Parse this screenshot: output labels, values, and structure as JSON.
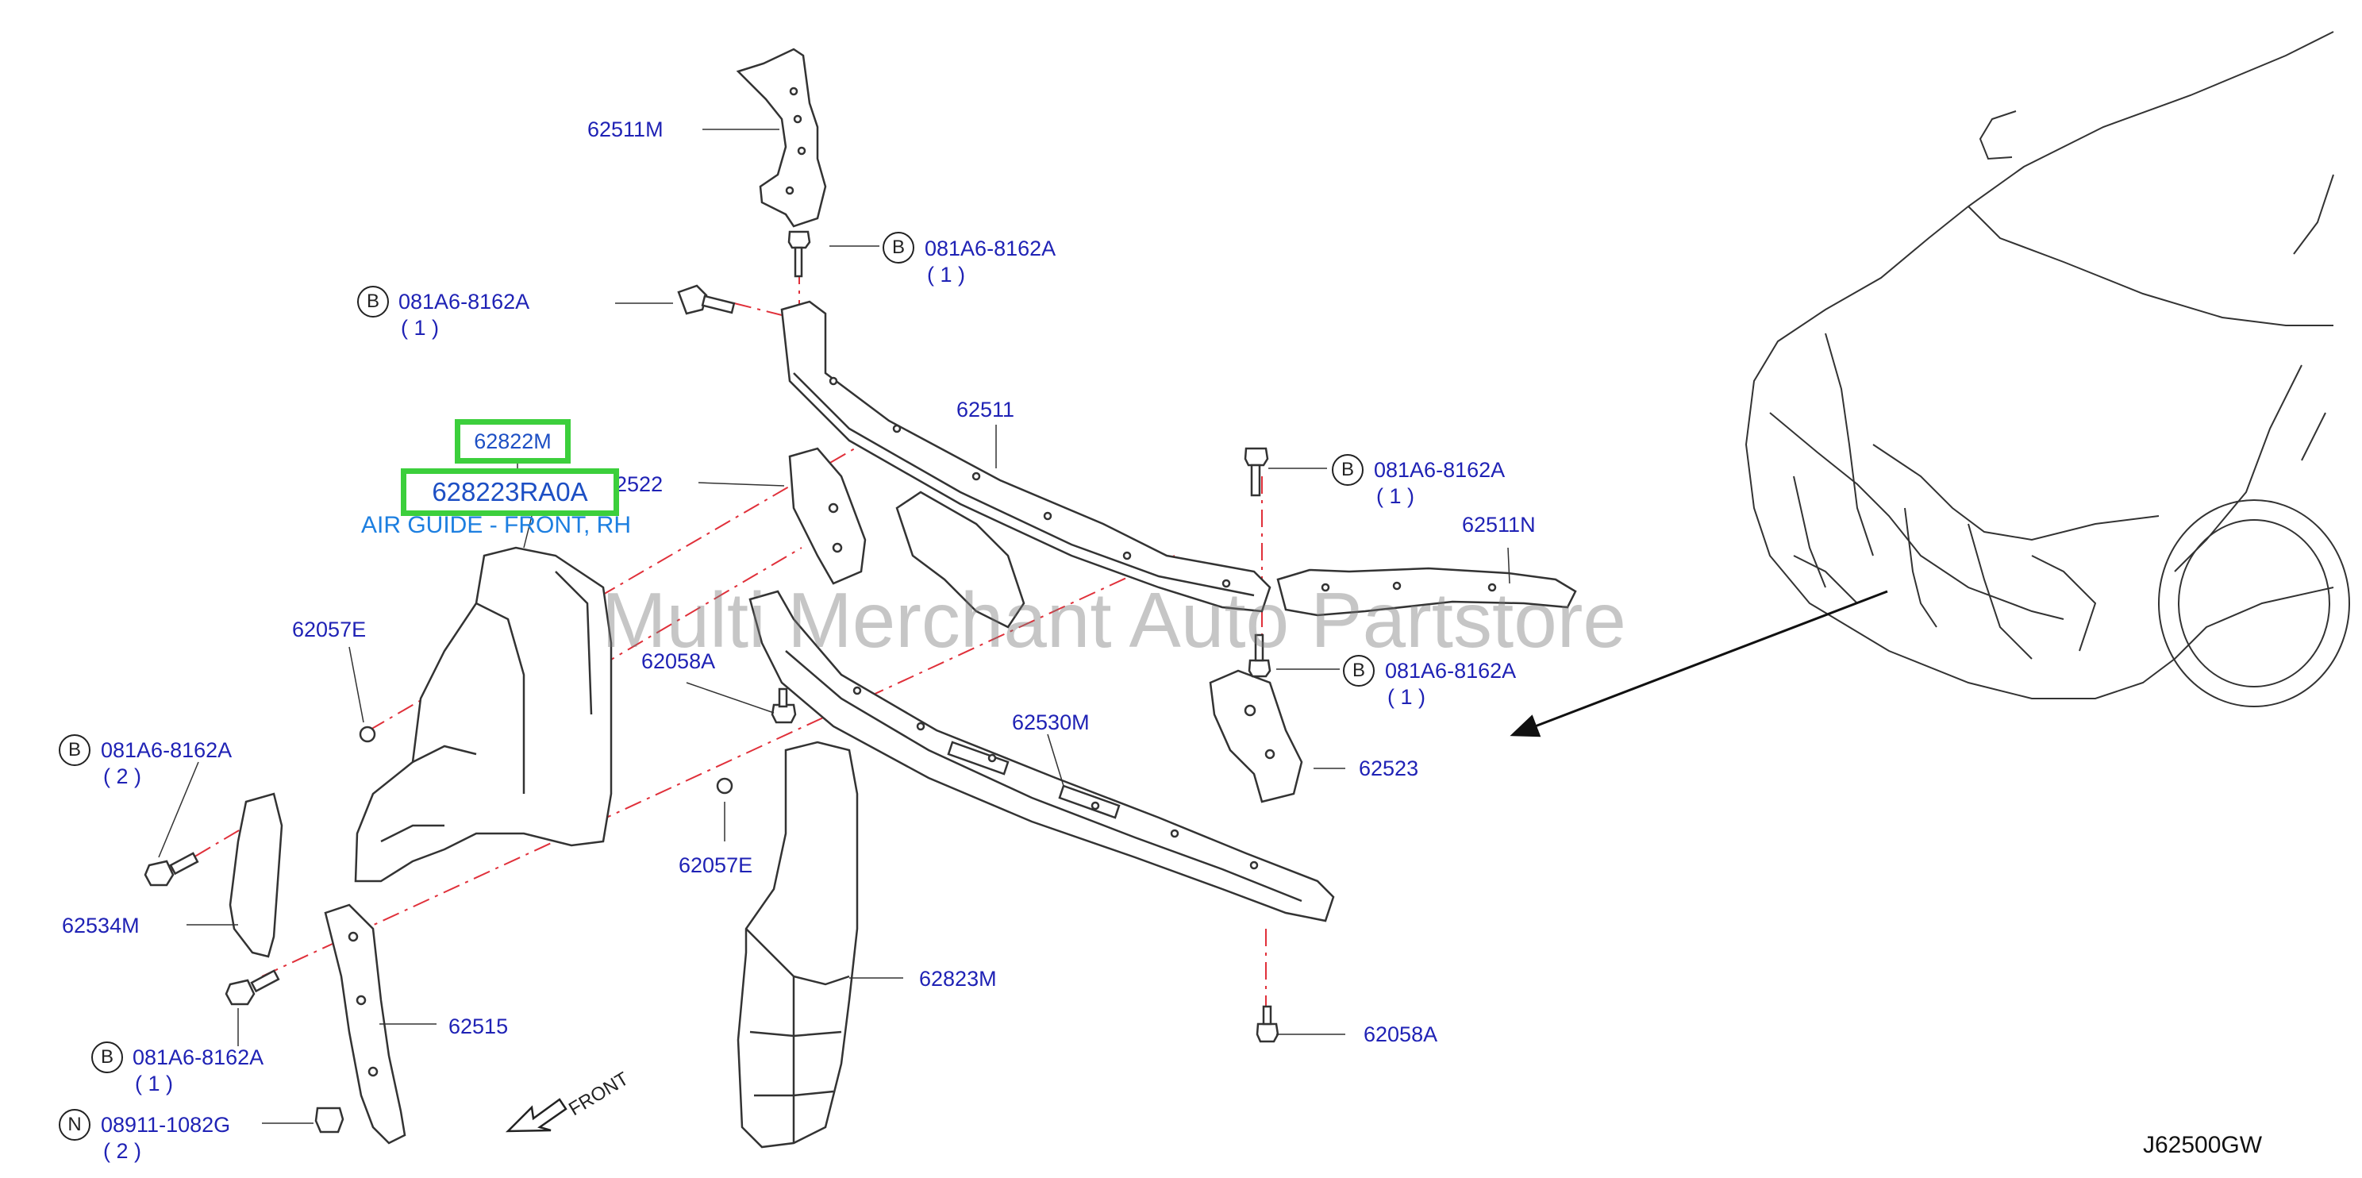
{
  "diagram": {
    "parts": {
      "p62511M": "62511M",
      "p62511": "62511",
      "p62522": "62522",
      "p62511N": "62511N",
      "p62057E_left": "62057E",
      "p62058A_mid": "62058A",
      "p62530M": "62530M",
      "p62523": "62523",
      "p62057E_mid": "62057E",
      "p62534M": "62534M",
      "p62823M": "62823M",
      "p62515": "62515",
      "p62058A_bottom": "62058A"
    },
    "fasteners": [
      {
        "badge": "B",
        "part": "081A6-8162A",
        "qty": "( 1 )"
      },
      {
        "badge": "B",
        "part": "081A6-8162A",
        "qty": "( 1 )"
      },
      {
        "badge": "B",
        "part": "081A6-8162A",
        "qty": "( 1 )"
      },
      {
        "badge": "B",
        "part": "081A6-8162A",
        "qty": "( 1 )"
      },
      {
        "badge": "B",
        "part": "081A6-8162A",
        "qty": "( 2 )"
      },
      {
        "badge": "B",
        "part": "081A6-8162A",
        "qty": "( 1 )"
      },
      {
        "badge": "N",
        "part": "08911-1082G",
        "qty": "( 2 )"
      }
    ],
    "highlight": {
      "ref": "62822M",
      "part_number": "628223RA0A",
      "description": "AIR GUIDE - FRONT, RH"
    },
    "watermark": "Multi Merchant Auto Partstore",
    "front_label": "FRONT",
    "diagram_code": "J62500GW",
    "colors": {
      "label": "#1f22b5",
      "highlight_border": "#3ccf3c",
      "highlight_text": "#1d4fc4",
      "description": "#1d7fe0",
      "leader_dash": "#e0303a",
      "line": "#333333"
    }
  }
}
